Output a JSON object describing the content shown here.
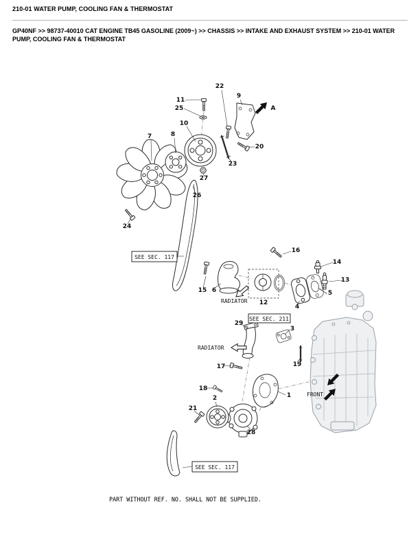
{
  "header": {
    "section_title": "210-01 WATER PUMP, COOLING FAN & THERMOSTAT",
    "breadcrumb": "GP40NF >> 98737-40010 CAT ENGINE TB45 GASOLINE (2009~) >> CHASSIS >> INTAKE AND EXHAUST SYSTEM >> 210-01 WATER PUMP, COOLING FAN & THERMOSTAT"
  },
  "diagram": {
    "callouts": {
      "c1": "1",
      "c2": "2",
      "c3": "3",
      "c4": "4",
      "c5": "5",
      "c6": "6",
      "c7": "7",
      "c8": "8",
      "c9": "9",
      "c10": "10",
      "c11": "11",
      "c12": "12",
      "c13": "13",
      "c14": "14",
      "c15": "15",
      "c16": "16",
      "c17": "17",
      "c18": "18",
      "c19": "19",
      "c20": "20",
      "c21": "21",
      "c22": "22",
      "c23": "23",
      "c24": "24",
      "c25": "25",
      "c26": "26",
      "c27": "27",
      "c28": "28",
      "c29": "29"
    },
    "labels": {
      "see_sec_117_top": "SEE SEC. 117",
      "see_sec_211": "SEE SEC. 211",
      "see_sec_117_bottom": "SEE SEC. 117",
      "radiator_top": "RADIATOR",
      "radiator_bottom": "RADIATOR",
      "front": "FRONT",
      "view_a": "A"
    }
  },
  "footer": {
    "note": "PART WITHOUT REF. NO. SHALL NOT BE SUPPLIED."
  }
}
